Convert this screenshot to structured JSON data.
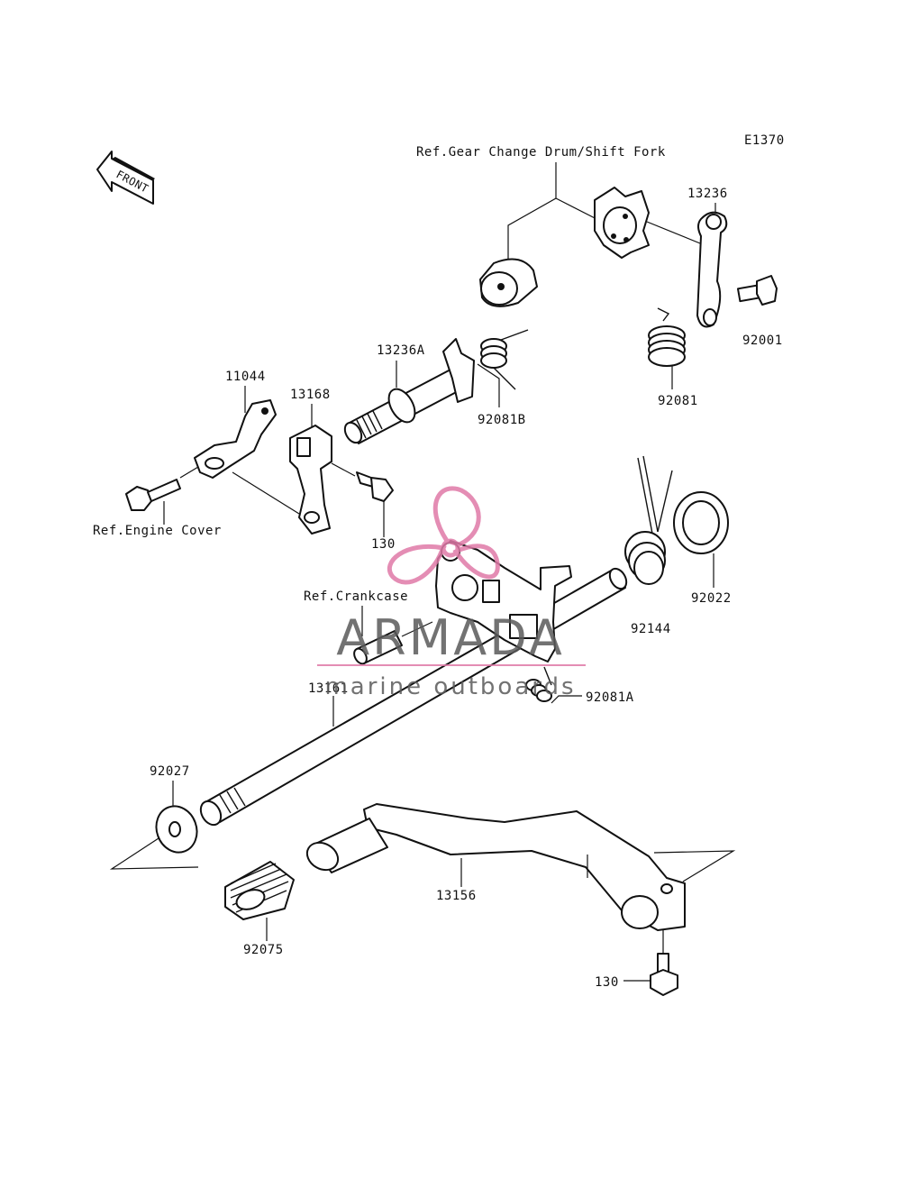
{
  "diagram_code": "E1370",
  "front_label": "FRONT",
  "labels": {
    "ref_gear_change_drum": "Ref.Gear Change Drum/Shift Fork",
    "p13236": "13236",
    "p92001": "92001",
    "p13236A": "13236A",
    "p92081B": "92081B",
    "p92081": "92081",
    "p11044": "11044",
    "p13168": "13168",
    "ref_engine_cover": "Ref.Engine Cover",
    "p130_upper": "130",
    "p92022": "92022",
    "p92144": "92144",
    "ref_crankcase": "Ref.Crankcase",
    "p13161": "13161",
    "p92081A": "92081A",
    "p92027": "92027",
    "p13156": "13156",
    "p92075": "92075",
    "p130_lower": "130"
  },
  "watermark": {
    "brand": "ARMADA",
    "tagline": "marine outboards",
    "accent_color": "#e07aa8"
  }
}
